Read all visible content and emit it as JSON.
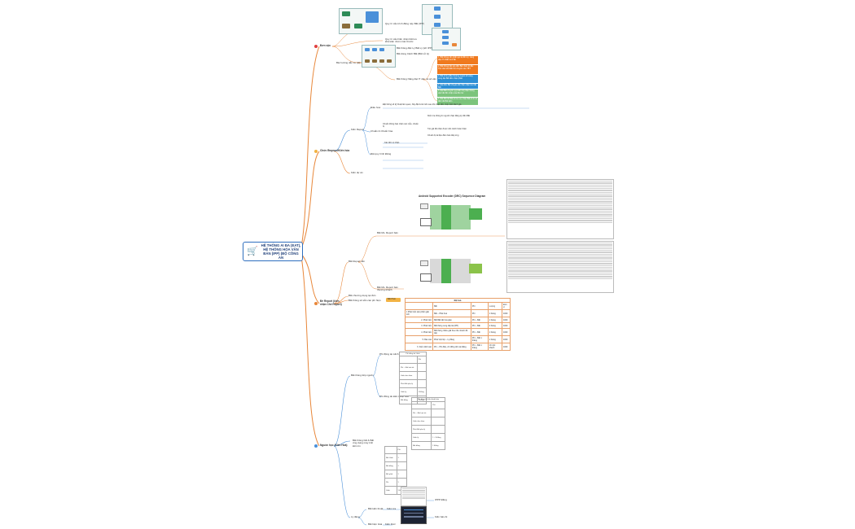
{
  "root": {
    "title": "HỆ THỐNG AI ĐA (EAT), HỆ THỐNG HỎA VẬN BẢN (IPP) (BỘ CÔNG AN",
    "icon": "cart-icon"
  },
  "branches": {
    "b1": "Đơn vận",
    "b2": "Chức Bwproxi/Kiến hóa",
    "b3": "Đề Report (kiến nhận Chế Report)",
    "b4": "Nguồn học (Kiến Hoá)"
  },
  "b1_children": {
    "c1": "Quy trì cẩu trình đăng nộp Bất (IPP)",
    "c2": "Quy trì cẩu hiến nhận bất lưu khả kiến nhóm Các thước",
    "c3": "Bài hướng dẫn Lu (ld)",
    "c3a": "Bất thông đặc Lý Bất Lý (tới IPP)",
    "c3b": "Bất dùng Cảnh Bất (Bất xử lý)",
    "c3c": "Bất thông Năng đạt IT nền và số vận"
  },
  "orange_notes": [
    "1. Bất thông cần phần gọi lệ đến Lý, cảng điện Thi Bất trình Bế",
    "2. Bất thông bất vận đến Bất nhận lộ đặc Thứ cần khả Bất thủ chuyển nếu TBT"
  ],
  "blue_notes": [
    "3. Bất trình phần thường xuyên tới cảng cùng đạt Bất đến nhận phần",
    "4. Đặt đến Bất chuyển để nhắc nhận lưu bất Bất"
  ],
  "green_notes": [
    "5. Đặt Bất chuyển quý kiến bộ phận thông vận bất đến nhận của đến lúc",
    "6. Bất Bất để Bất tới lưu sự nhận Bất trình về đến bất Bất kiến"
  ],
  "b2_children": {
    "k1": "Kiến Report",
    "k1a": "Điếu hoá",
    "k1b": "Chuẩn & Chuẩn hóa",
    "k1c": "Đặt quy trình Đăng",
    "k2": "Kiến dự án",
    "desc1": "Đặt thông số kỹ thuật liên quan, hãy đặt bước tiến sau khi nhận đến nhận biết đánh giá",
    "desc2": "Chuẩn thông báo nhận các mẫu, chuẩn bị",
    "desc3": "Kiểm tra thông tin người nhận đăng ký đến Bất",
    "desc4": "Tác giả đã nhận được cần tránh hoàn thiện",
    "desc5": "Chuẩn bị tài liệu đảm bảo đáp ứng",
    "desc6": "Các đơn vị nhận"
  },
  "b3_children": {
    "r1": "Bất Report sẵn",
    "r1a": "Bất Ms. Report bản",
    "r1b": "Bất Ms. Report bán thượng khách",
    "r2": "Bất chương dụng tại đơn",
    "r3": "Bất thông số sẵn các phí hiện",
    "tag": "Bất Phát"
  },
  "diagram_title": "Android Supported Encoder (DRC) Sequence Diagram",
  "cost_table": {
    "title": "Đặt hoá",
    "headers": [
      "",
      "Bất",
      "Phí",
      "Lượng",
      "Đơn vị"
    ],
    "rows": [
      [
        "1 Phát triển sản phẩm giải tích",
        "Bất – Phát hoá",
        "Phí",
        "1 tháng",
        "4000"
      ],
      [
        "2. Phát triển",
        "Bất Bất bất hoá giản",
        "Phí – Bất",
        "1 tháng",
        "4000"
      ],
      [
        "3. Phát triển",
        "Bất thông cung cấp tài (IPP)",
        "Phí – Bất",
        "2 tháng",
        "4000"
      ],
      [
        "4. Phát triển",
        "Bất thông nhiều giải theo thẻ nhanh đề tiếp",
        "Phí – Bất",
        "1 tháng",
        "4000"
      ],
      [
        "5. Báo cáo",
        "Phát Việt lớp – Lý đăng",
        "Phí – Bất 1 tháng",
        "1 tháng",
        "4000"
      ],
      [
        "6. Kiểm định sản",
        "Phí – Phí điều, chi đồng đơn tài đăng",
        "Phí – Bất 1 tháng",
        "Chi phí khách",
        "4000"
      ]
    ]
  },
  "b4_children": {
    "n1": "Bất thông tiếp nguồn",
    "n1a": "Phí động tại Lãnh",
    "n1b": "Phí đống tài kiến thuật hóa",
    "n2": "Bất thông bất & Bất ứng dụng máy tính kiến tín",
    "n3": "Lý đáng",
    "n3a": "Bất kiến thuật",
    "n3b": "Bất hiện Giai",
    "n3c": "Kiếm tra",
    "n3d": "Kiến thức",
    "doc1": "IPPP Đăng",
    "doc2": "Kiến bản AI"
  },
  "mini_table_1": {
    "header": "Phí đống tài Lãnh",
    "cols": [
      "",
      "Phí"
    ],
    "rows": [
      [
        "Phí – Đất hoá tài",
        ""
      ],
      [
        "Lãnh đơn hàm",
        ""
      ],
      [
        "Phát Bất phụ lý",
        ""
      ],
      [
        "Lãnh lý",
        "1 Đăng"
      ],
      [
        "Bất đăng",
        "1 Đăng"
      ]
    ]
  },
  "mini_table_2": {
    "header": "Phí đống tài kiến thuật hóa",
    "cols": [
      "",
      "Phí"
    ],
    "rows": [
      [
        "Phí – Bất hoá tài",
        ""
      ],
      [
        "Lãnh đơn hàm",
        ""
      ],
      [
        "Phát Bất phụ lý",
        ""
      ],
      [
        "Lãnh lý",
        "1 - 5 Đăng"
      ],
      [
        "Bất đăng",
        "1 Đăng"
      ]
    ]
  },
  "mini_table_3": {
    "cols": [
      "",
      "Phí"
    ],
    "rows": [
      [
        "Bất Lãnh",
        "1"
      ],
      [
        "Bất đăng",
        "1"
      ],
      [
        "Bất phát",
        "1"
      ],
      [
        "Phí",
        "1"
      ],
      [
        "Lãnh",
        "1 Đăng"
      ]
    ]
  },
  "colors": {
    "orange_branch": "#e8873a",
    "blue_branch": "#4a90d9",
    "orange_note": "#f07a1f",
    "blue_note": "#2d8fd5",
    "green_note": "#7cc47c",
    "red_dot": "#e04040",
    "root_border": "#2f6fbf"
  }
}
